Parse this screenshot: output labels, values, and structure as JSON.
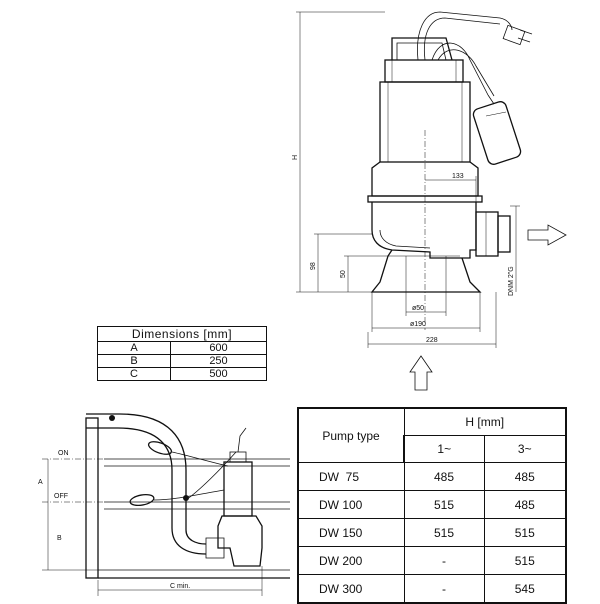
{
  "drawing": {
    "dim_H": "H",
    "dim_133": "133",
    "dim_98": "98",
    "dim_50": "50",
    "dim_phi50": "ø50",
    "dim_phi190": "ø190",
    "dim_228": "228",
    "outlet_label": "DNM 2\"G",
    "install_on": "ON",
    "install_off": "OFF",
    "install_A": "A",
    "install_B": "B",
    "install_C": "C min."
  },
  "dimensions_table": {
    "title": "Dimensions [mm]",
    "rows": [
      {
        "key": "A",
        "value": "600"
      },
      {
        "key": "B",
        "value": "250"
      },
      {
        "key": "C",
        "value": "500"
      }
    ]
  },
  "pump_table": {
    "col_type": "Pump type",
    "col_h": "H [mm]",
    "col_1": "1~",
    "col_3": "3~",
    "rows": [
      {
        "type": "DW  75",
        "h1": "485",
        "h3": "485"
      },
      {
        "type": "DW 100",
        "h1": "515",
        "h3": "485"
      },
      {
        "type": "DW 150",
        "h1": "515",
        "h3": "515"
      },
      {
        "type": "DW 200",
        "h1": "-",
        "h3": "515"
      },
      {
        "type": "DW 300",
        "h1": "-",
        "h3": "545"
      }
    ]
  }
}
